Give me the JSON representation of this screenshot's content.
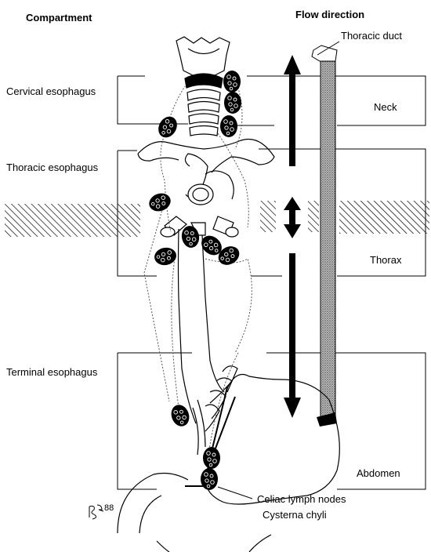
{
  "headers": {
    "compartment": "Compartment",
    "flow_direction": "Flow direction"
  },
  "compartments": {
    "cervical": "Cervical esophagus",
    "thoracic": "Thoracic esophagus",
    "terminal": "Terminal esophagus"
  },
  "regions": {
    "neck": "Neck",
    "thorax": "Thorax",
    "abdomen": "Abdomen"
  },
  "annotations": {
    "thoracic_duct": "Thoracic duct",
    "celiac_nodes": "Celiac lymph nodes",
    "cysterna_chyli": "Cysterna chyli"
  },
  "signature": {
    "year": "88"
  },
  "colors": {
    "ink": "#000000",
    "duct_fill": "#9a9a9a",
    "hatch": "#000000",
    "paper": "#ffffff"
  }
}
